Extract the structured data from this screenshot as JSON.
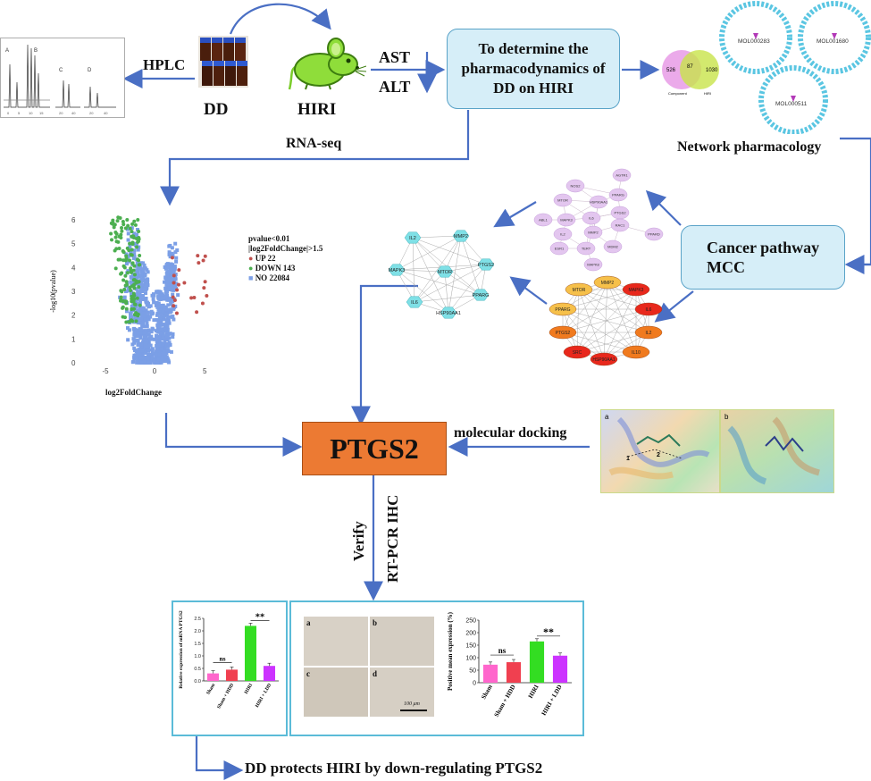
{
  "flow": {
    "dd_label": "DD",
    "hiri_label": "HIRI",
    "hplc_label": "HPLC",
    "ast_label": "AST",
    "alt_label": "ALT",
    "pharmaco_box": "To determine the pharmacodynamics of DD on HIRI",
    "rnaseq_label": "RNA-seq",
    "network_label": "Network pharmacology",
    "cancer_box_line1": "Cancer pathway",
    "cancer_box_line2": "MCC",
    "ptgs2_box": "PTGS2",
    "docking_label": "molecular docking",
    "verify_label": "Verify",
    "rtpcr_label": "RT-PCR IHC",
    "conclusion": "DD protects HIRI by down-regulating PTGS2"
  },
  "hplc": {
    "panel_letters": [
      "A",
      "B",
      "C",
      "D"
    ]
  },
  "venn": {
    "left_count": "526",
    "overlap_count": "87",
    "right_count": "1030",
    "left_label": "Component",
    "right_label": "HIRI"
  },
  "network_circles": {
    "labels": [
      "MOL000283",
      "MOL001680",
      "MOL000511"
    ]
  },
  "volcano": {
    "ylabel": "-log10(pvalue)",
    "xlabel": "log2FoldChange",
    "yticks": [
      "0",
      "1",
      "2",
      "3",
      "4",
      "5",
      "6"
    ],
    "xticks": [
      "-5",
      "0",
      "5"
    ],
    "legend_title_1": "pvalue<0.01",
    "legend_title_2": "|log2FoldChange|>1.5",
    "legend": [
      {
        "label": "UP 22",
        "color": "#c0504d"
      },
      {
        "label": "DOWN 143",
        "color": "#4caf50"
      },
      {
        "label": "NO 22084",
        "color": "#7b9fe6"
      }
    ]
  },
  "ppi_purple": {
    "nodes": [
      "AGTR1",
      "NOS2",
      "PPARG",
      "MTOR",
      "HSP90AA1",
      "PTGS2",
      "ABL1",
      "MAPK3",
      "IL6",
      "RAC1",
      "IL2",
      "MMP2",
      "PPARD",
      "ESR1",
      "TERT",
      "MDM2",
      "MAPK8"
    ]
  },
  "ppi_cyan": {
    "nodes": [
      "IL2",
      "MMP2",
      "MAPK3",
      "MTOR",
      "PTGS2",
      "PPARG",
      "IL6",
      "HSP90AA1"
    ]
  },
  "mcc": {
    "nodes": [
      "MMP2",
      "MTOR",
      "MAPK3",
      "PPARG",
      "IL6",
      "PTGS2",
      "IL2",
      "SRC",
      "HSP90AA1",
      "IL10"
    ],
    "colors": {
      "high": "#e8281c",
      "mid": "#f07a1e",
      "low": "#f6c04a"
    }
  },
  "docking": {
    "panel_a": "a",
    "panel_b": "b",
    "markers": [
      "1",
      "2"
    ]
  },
  "pcr_chart": {
    "ylabel": "Relative expression of mRNA PTGS2",
    "yticks": [
      "0.0",
      "0.5",
      "1.0",
      "1.5",
      "2.0",
      "2.5"
    ],
    "ns_label": "ns",
    "sig_label": "**"
  },
  "ihc": {
    "panels": [
      "a",
      "b",
      "c",
      "d"
    ],
    "scale_label": "100 μm"
  },
  "ihc_chart": {
    "ylabel": "Positive mean expression (%)",
    "yticks": [
      "0",
      "50",
      "100",
      "150",
      "200",
      "250"
    ],
    "ns_label": "ns",
    "sig_label": "**"
  },
  "chart_data": [
    {
      "type": "bar",
      "categories": [
        "Sham",
        "Sham + HDD",
        "HIRI",
        "HIRI + LDD"
      ],
      "values": [
        0.3,
        0.45,
        2.2,
        0.6
      ],
      "colors": [
        "#ff66cc",
        "#f04050",
        "#33dd22",
        "#cc33ff"
      ],
      "xlabel": "",
      "ylabel": "Relative expression of mRNA PTGS2",
      "ylim": [
        0,
        2.5
      ]
    },
    {
      "type": "bar",
      "categories": [
        "Sham",
        "Sham + HDD",
        "HIRI",
        "HIRI + LDD"
      ],
      "values": [
        72,
        82,
        165,
        108
      ],
      "colors": [
        "#ff66cc",
        "#f04050",
        "#33dd22",
        "#cc33ff"
      ],
      "xlabel": "",
      "ylabel": "Positive mean expression (%)",
      "ylim": [
        0,
        250
      ]
    }
  ]
}
